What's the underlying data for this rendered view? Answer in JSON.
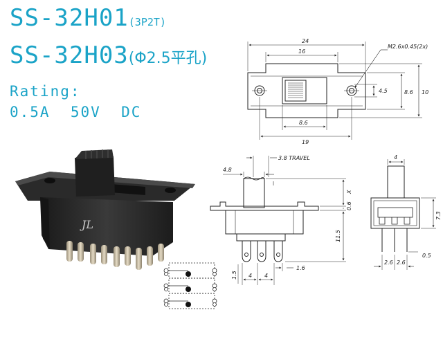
{
  "title_line1": {
    "model": "SS-32H01",
    "suffix": "(3P2T)"
  },
  "title_line2": {
    "model": "SS-32H03",
    "suffix": "(Φ2.5平孔)"
  },
  "rating": {
    "label": "Rating:",
    "current": "0.5A",
    "voltage": "50V",
    "type": "DC"
  },
  "top_view": {
    "width_total": "24",
    "width_inner": "16",
    "hole_spec": "M2.6x0.45(2x)",
    "height_inner": "4.5",
    "height_mid": "8.6",
    "height_total": "10",
    "slot_width": "8.6",
    "hole_pitch": "19"
  },
  "side_view": {
    "actuator_width": "4.8",
    "travel": "3.8 TRAVEL",
    "dim_x": "X",
    "flange_thickness": "0.6",
    "body_height": "11.5",
    "pin_pitch_a": "1.6",
    "pin_offset": "1.5",
    "pin_pitch_b": "4",
    "pin_pitch_c": "4"
  },
  "end_view": {
    "actuator_width": "4",
    "height": "7.3",
    "pin_thickness": "0.5",
    "pin_pitch_a": "2.6",
    "pin_pitch_b": "2.6"
  },
  "product_mark": "JL",
  "colors": {
    "title": "#1aa3c7",
    "line": "#222222",
    "body": "#2b2b2b"
  }
}
